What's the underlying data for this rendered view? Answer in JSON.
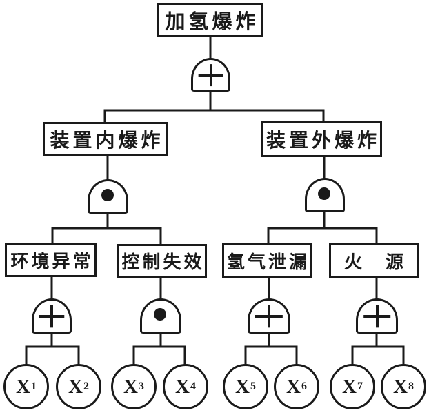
{
  "colors": {
    "ink": "#1a1a1a",
    "paper": "#ffffff"
  },
  "diagram_type": "fault-tree",
  "top_event": {
    "label": "加氢爆炸"
  },
  "intermediate_events": [
    {
      "label": "装置内爆炸"
    },
    {
      "label": "装置外爆炸"
    },
    {
      "label": "环境异常"
    },
    {
      "label": "控制失效"
    },
    {
      "label": "氢气泄漏"
    },
    {
      "label": "火　源"
    }
  ],
  "gates": [
    {
      "below": "加氢爆炸",
      "symbol": "+",
      "type": "OR"
    },
    {
      "below": "装置内爆炸",
      "symbol": "·",
      "type": "AND"
    },
    {
      "below": "装置外爆炸",
      "symbol": "·",
      "type": "AND"
    },
    {
      "below": "环境异常",
      "symbol": "+",
      "type": "OR"
    },
    {
      "below": "控制失效",
      "symbol": "·",
      "type": "AND"
    },
    {
      "below": "氢气泄漏",
      "symbol": "+",
      "type": "OR"
    },
    {
      "below": "火　源",
      "symbol": "+",
      "type": "OR"
    }
  ],
  "basic_events": [
    {
      "base": "X",
      "sub": "1"
    },
    {
      "base": "X",
      "sub": "2"
    },
    {
      "base": "X",
      "sub": "3"
    },
    {
      "base": "X",
      "sub": "4"
    },
    {
      "base": "X",
      "sub": "5"
    },
    {
      "base": "X",
      "sub": "6"
    },
    {
      "base": "X",
      "sub": "7"
    },
    {
      "base": "X",
      "sub": "8"
    }
  ]
}
